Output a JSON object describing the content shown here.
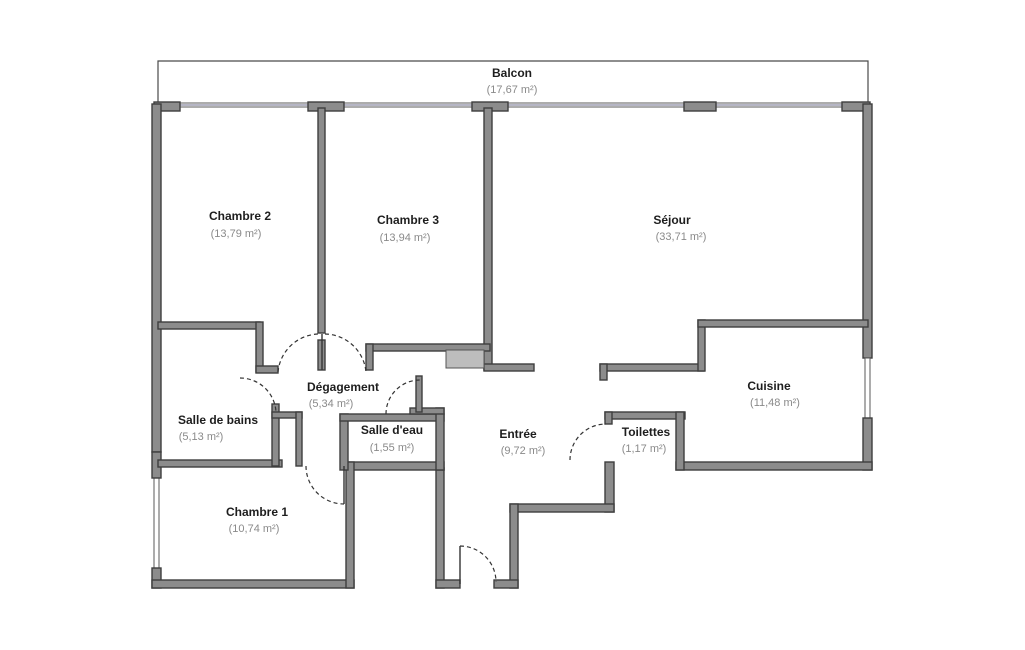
{
  "rooms": [
    {
      "key": "balcon",
      "name": "Balcon",
      "area": "(17,67 m²)"
    },
    {
      "key": "chambre2",
      "name": "Chambre 2",
      "area": "(13,79 m²)"
    },
    {
      "key": "chambre3",
      "name": "Chambre 3",
      "area": "(13,94 m²)"
    },
    {
      "key": "sejour",
      "name": "Séjour",
      "area": "(33,71 m²)"
    },
    {
      "key": "degagement",
      "name": "Dégagement",
      "area": "(5,34 m²)"
    },
    {
      "key": "cuisine",
      "name": "Cuisine",
      "area": "(11,48 m²)"
    },
    {
      "key": "salle-de-bains",
      "name": "Salle de bains",
      "area": "(5,13 m²)"
    },
    {
      "key": "salle-deau",
      "name": "Salle d'eau",
      "area": "(1,55 m²)"
    },
    {
      "key": "entree",
      "name": "Entrée",
      "area": "(9,72 m²)"
    },
    {
      "key": "toilettes",
      "name": "Toilettes",
      "area": "(1,17 m²)"
    },
    {
      "key": "chambre1",
      "name": "Chambre 1",
      "area": "(10,74 m²)"
    }
  ]
}
